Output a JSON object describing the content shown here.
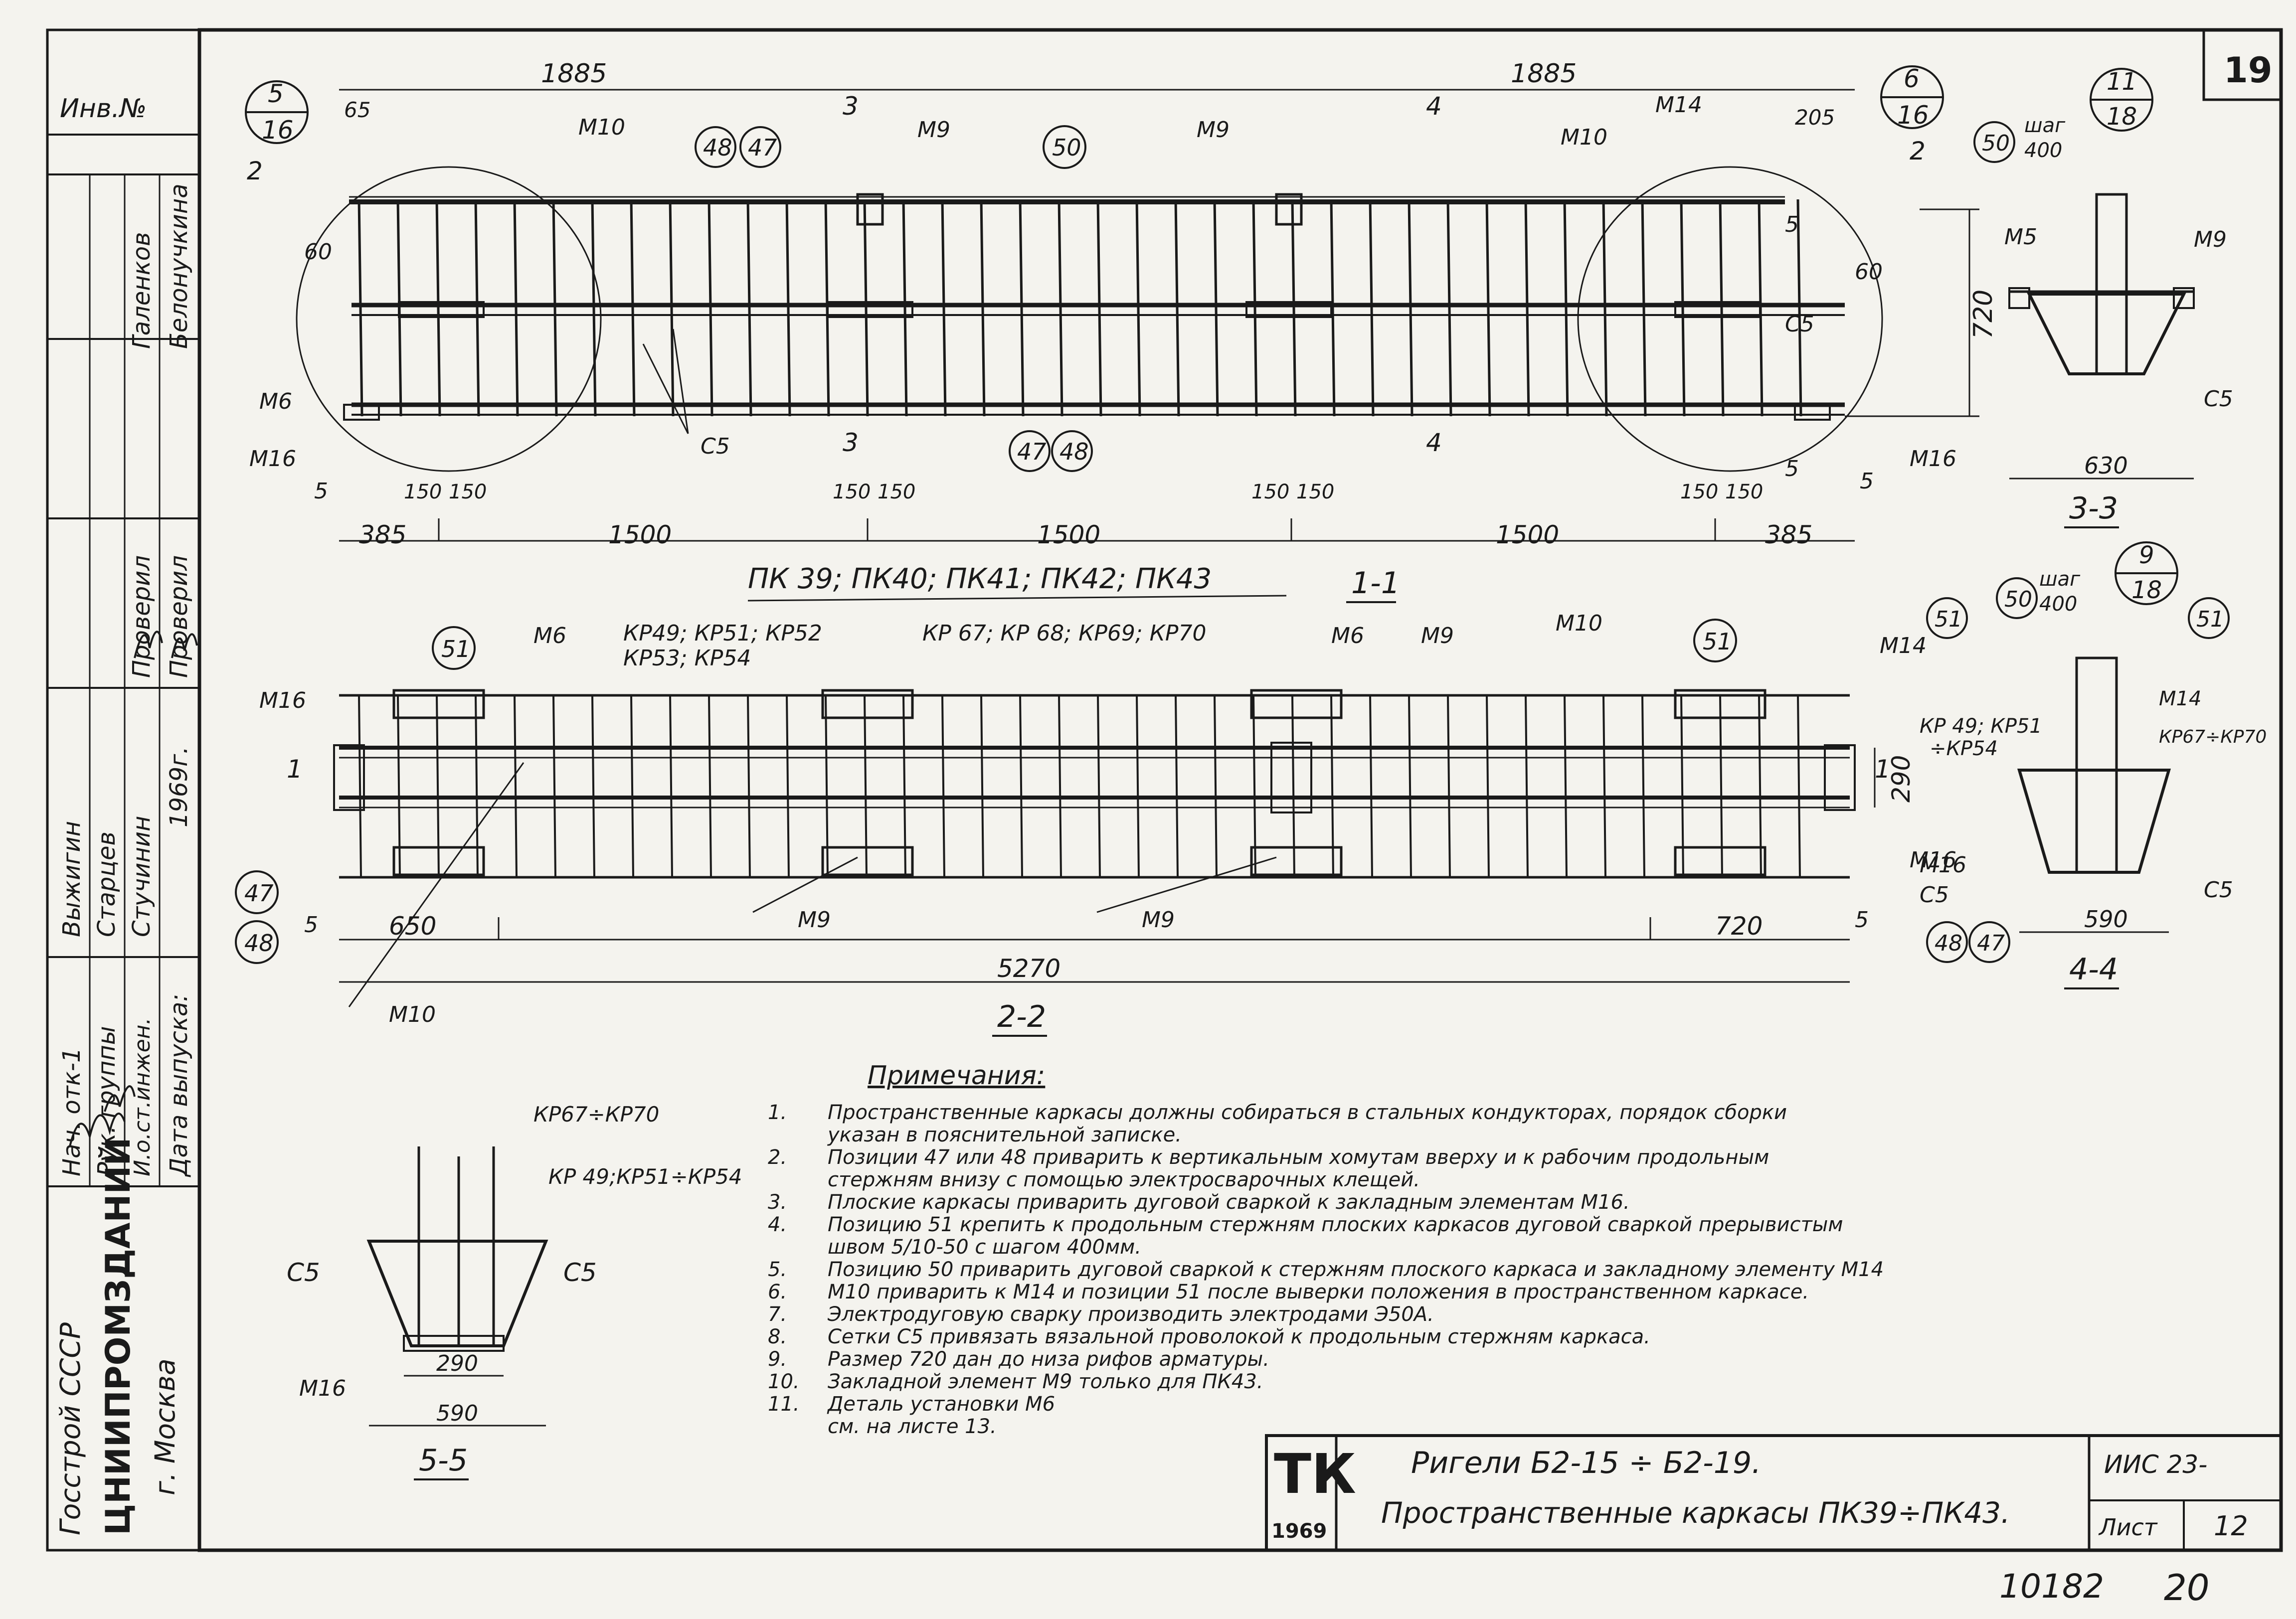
{
  "sheet_corner": "19",
  "stamp_side": {
    "inv": "Инв.№",
    "roles": [
      "Нач. отк-1",
      "Рук. группы",
      "И.о.ст.инжен.",
      "Дата выпуска:"
    ],
    "names": [
      "Выжигин",
      "Старцев",
      "Стучинин",
      "1969г."
    ],
    "checked": [
      "Проверил",
      "Проверил"
    ],
    "checkers": [
      "Галенков",
      "Белонучкина"
    ],
    "org1": "Госстрой СССР",
    "org2": "ЦНИИПРОМЗДАНИЙ",
    "org3": "г. Москва"
  },
  "view11": {
    "section": "1-1",
    "caption": "ПК 39; ПК40; ПК41; ПК42; ПК43",
    "dims_top": [
      "1885",
      "1885",
      "65",
      "205"
    ],
    "dims_bottom": [
      "385",
      "1500",
      "1500",
      "1500",
      "385"
    ],
    "dims_small": [
      "150",
      "150",
      "150",
      "150",
      "150",
      "150",
      "150",
      "150",
      "60",
      "60",
      "5",
      "5"
    ],
    "height_dim": "720",
    "labels": [
      "M10",
      "M9",
      "M9",
      "M14",
      "M10",
      "M6",
      "M16",
      "M16",
      "C5",
      "C5"
    ],
    "circles": [
      "48",
      "47",
      "50",
      "47",
      "48"
    ],
    "details": [
      {
        "num": "5",
        "den": "16"
      },
      {
        "num": "6",
        "den": "16"
      }
    ],
    "cuts": [
      "2",
      "2",
      "3",
      "3",
      "4",
      "4",
      "5",
      "5"
    ]
  },
  "view22": {
    "section": "2-2",
    "labels": [
      "M16",
      "M6",
      "M6",
      "M9",
      "M10",
      "M14",
      "M16",
      "M9",
      "M9",
      "M10"
    ],
    "kr_left": "КР49; КР51; КР52",
    "kr_left2": "КР53; КР54",
    "kr_mid": "КР 67; КР 68; КР69; КР70",
    "circles": [
      "51",
      "51",
      "47",
      "48"
    ],
    "dims": [
      "5",
      "650",
      "5270",
      "720",
      "5",
      "290"
    ],
    "cuts": [
      "1",
      "1"
    ]
  },
  "view33": {
    "section": "3-3",
    "width": "630",
    "labels": [
      "M5",
      "M9",
      "C5"
    ],
    "circle": "50",
    "step": "шаг",
    "step_val": "400",
    "detail": {
      "num": "11",
      "den": "18"
    }
  },
  "view44": {
    "section": "4-4",
    "width": "590",
    "labels": [
      "КР 49; КР51",
      "÷КР54",
      "M14",
      "КР67÷КР70",
      "M16",
      "C5",
      "C5"
    ],
    "circles": [
      "51",
      "50",
      "51",
      "48",
      "47"
    ],
    "step": "шаг",
    "step_val": "400",
    "detail": {
      "num": "9",
      "den": "18"
    }
  },
  "view55": {
    "section": "5-5",
    "top": "КР67÷КР70",
    "kr": "КР 49;КР51÷КР54",
    "labels": [
      "C5",
      "C5",
      "M16"
    ],
    "w1": "290",
    "w2": "590"
  },
  "notes": {
    "title": "Примечания:",
    "items": [
      {
        "n": "1.",
        "t": "Пространственные каркасы должны собираться в стальных кондукторах, порядок сборки"
      },
      {
        "n": "",
        "t": "указан в пояснительной записке."
      },
      {
        "n": "2.",
        "t": "Позиции 47 или 48 приварить к вертикальным хомутам вверху и к рабочим продольным"
      },
      {
        "n": "",
        "t": "стержням внизу с помощью электросварочных клещей."
      },
      {
        "n": "3.",
        "t": "Плоские каркасы приварить дуговой сваркой к закладным элементам М16."
      },
      {
        "n": "4.",
        "t": "Позицию 51 крепить к продольным стержням плоских каркасов дуговой сваркой прерывистым"
      },
      {
        "n": "",
        "t": "швом 5/10-50 с шагом 400мм."
      },
      {
        "n": "5.",
        "t": "Позицию 50 приварить дуговой сваркой к стержням плоского каркаса и закладному элементу М14"
      },
      {
        "n": "6.",
        "t": "М10 приварить к М14 и позиции 51 после выверки положения в пространственном каркасе."
      },
      {
        "n": "7.",
        "t": "Электродуговую сварку производить электродами Э50А."
      },
      {
        "n": "8.",
        "t": "Сетки С5 привязать вязальной проволокой к продольным стержням каркаса."
      },
      {
        "n": "9.",
        "t": "Размер 720 дан до низа рифов арматуры."
      },
      {
        "n": "10.",
        "t": "Закладной элемент М9 только для ПК43."
      },
      {
        "n": "11.",
        "t": "Деталь установки М6"
      },
      {
        "n": "",
        "t": "см. на листе 13."
      }
    ]
  },
  "title_block": {
    "tk": "ТК",
    "year": "1969",
    "line1": "Ригели Б2-15 ÷ Б2-19.",
    "line2": "Пространственные каркасы ПК39÷ПК43.",
    "series": "ИИС 23-",
    "sheet_label": "Лист",
    "sheet_no": "12"
  },
  "footer": {
    "code": "10182",
    "page": "20"
  }
}
